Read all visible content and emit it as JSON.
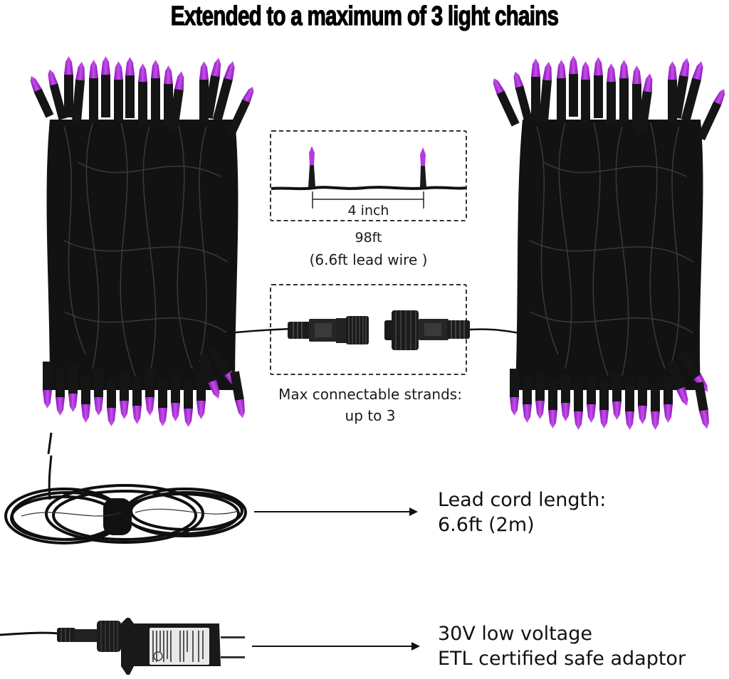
{
  "title": "Extended to a maximum of 3 light chains",
  "colors": {
    "bulb": "#a21fcf",
    "bulb_light": "#c44ee6",
    "wire": "#111111",
    "text": "#111111",
    "background": "#ffffff"
  },
  "spacing_detail": {
    "spacing_label": "4 inch",
    "length_label": "98ft",
    "lead_wire_label": "(6.6ft lead wire )"
  },
  "connector_detail": {
    "label_line1": "Max connectable strands:",
    "label_line2": "up to 3"
  },
  "lead_cord": {
    "line1": "Lead cord length:",
    "line2": "6.6ft (2m)"
  },
  "adaptor": {
    "line1": "30V low voltage",
    "line2": "ETL certified safe adaptor"
  },
  "icons": {
    "light_bundle_left": "light-string-bundle",
    "light_bundle_right": "light-string-bundle",
    "bulb_pair": "mini-bulb",
    "connector_male": "waterproof-male-plug",
    "connector_female": "waterproof-female-socket",
    "coiled_cord": "coiled-lead-cord",
    "power_adaptor": "ac-power-adaptor"
  }
}
